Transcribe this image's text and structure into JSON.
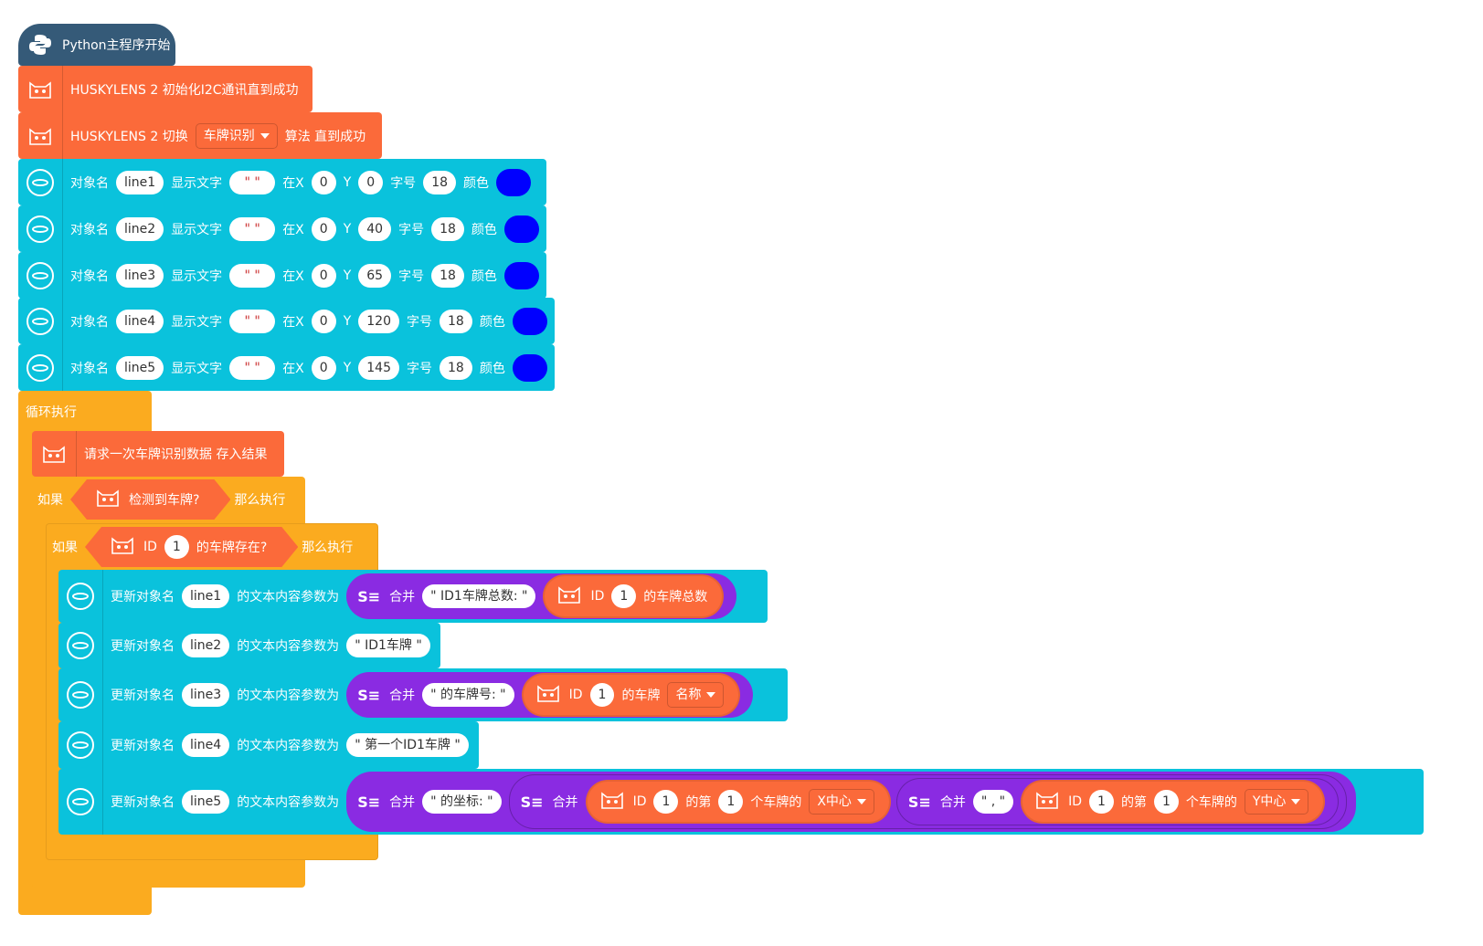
{
  "colors": {
    "orange": "#fb6a3a",
    "cyan": "#0ac2dc",
    "loop": "#fbab1f",
    "purple": "#8a2be2",
    "header": "#355a78",
    "swatch": "#0000ff"
  },
  "header": {
    "label": "Python主程序开始",
    "icon": "python-icon"
  },
  "init": {
    "label": "HUSKYLENS 2 初始化I2C通讯直到成功",
    "icon": "huskylens-icon"
  },
  "switch": {
    "prefix": "HUSKYLENS 2 切换",
    "algo": "车牌识别",
    "suffix": "算法 直到成功"
  },
  "display": {
    "obj_label": "对象名",
    "text_label": "显示文字",
    "x_label": "在X",
    "y_label": "Y",
    "size_label": "字号",
    "color_label": "颜色",
    "rows": [
      {
        "name": "line1",
        "text": "\" \"",
        "x": "0",
        "y": "0",
        "size": "18"
      },
      {
        "name": "line2",
        "text": "\" \"",
        "x": "0",
        "y": "40",
        "size": "18"
      },
      {
        "name": "line3",
        "text": "\" \"",
        "x": "0",
        "y": "65",
        "size": "18"
      },
      {
        "name": "line4",
        "text": "\" \"",
        "x": "0",
        "y": "120",
        "size": "18"
      },
      {
        "name": "line5",
        "text": "\" \"",
        "x": "0",
        "y": "145",
        "size": "18"
      }
    ]
  },
  "loop": {
    "label": "循环执行"
  },
  "request": {
    "label": "请求一次车牌识别数据 存入结果"
  },
  "if1": {
    "if": "如果",
    "cond": "检测到车牌?",
    "then": "那么执行"
  },
  "if2": {
    "if": "如果",
    "id": "ID",
    "id_val": "1",
    "cond": "的车牌存在?",
    "then": "那么执行"
  },
  "update": {
    "prefix": "更新对象名",
    "mid": "的文本内容参数为",
    "rows": [
      {
        "name": "line1"
      },
      {
        "name": "line2",
        "text": "\" ID1车牌 \""
      },
      {
        "name": "line3"
      },
      {
        "name": "line4",
        "text": "\" 第一个ID1车牌 \""
      },
      {
        "name": "line5"
      }
    ],
    "merge": "合并",
    "r1": {
      "s": "\" ID1车牌总数: \"",
      "id": "ID",
      "id_val": "1",
      "tail": "的车牌总数"
    },
    "r3": {
      "s": "\" 的车牌号: \"",
      "id": "ID",
      "id_val": "1",
      "tail": "的车牌",
      "drop": "名称"
    },
    "r5": {
      "s": "\" 的坐标: \"",
      "comma": "\" , \"",
      "id": "ID",
      "id_val": "1",
      "nth": "的第",
      "nth_val": "1",
      "of": "个车牌的",
      "xdrop": "X中心",
      "ydrop": "Y中心"
    }
  }
}
